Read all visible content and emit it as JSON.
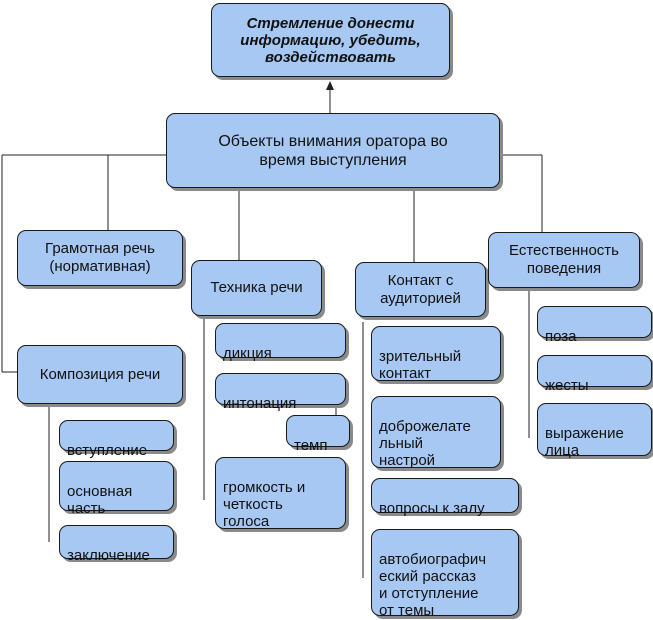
{
  "top": "Стремление донести\nинформацию, убедить,\nвоздействовать",
  "main": "Объекты внимания оратора во\nвремя выступления",
  "categories": {
    "gramotnaya": "Грамотная речь\n(нормативная)",
    "tehnika": "Техника речи",
    "kontakt": "Контакт с\nаудиторией",
    "estestvennost": "Естественность\nповедения",
    "kompoziciya": "Композиция речи"
  },
  "kompoziciya_items": [
    "вступление",
    "основная\nчасть",
    "заключение"
  ],
  "tehnika_items": [
    "дикция",
    "интонация",
    "темп",
    "громкость и\nчеткость\nголоса"
  ],
  "kontakt_items": [
    "зрительный\nконтакт",
    "доброжелате\nльный\nнастрой",
    "вопросы к залу",
    "автобиографич\nеский рассказ\nи отступление\nот темы"
  ],
  "estestvennost_items": [
    "поза",
    "жесты",
    "выражение\nлица"
  ]
}
